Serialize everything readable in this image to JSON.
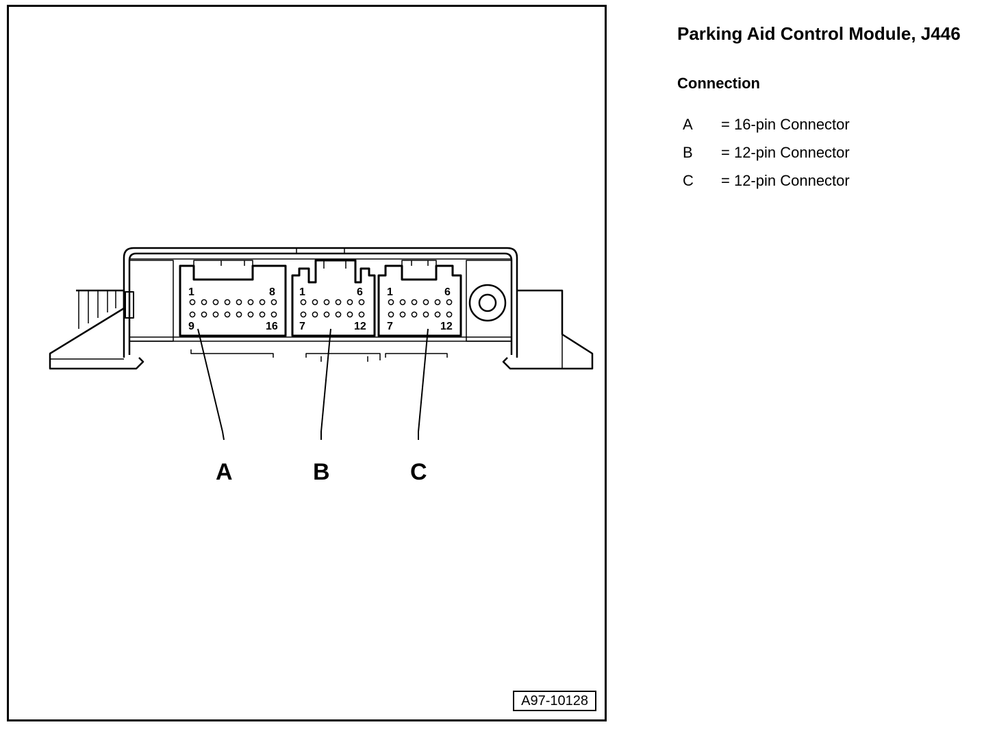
{
  "figure": {
    "id": "A97-10128",
    "callouts": [
      "A",
      "B",
      "C"
    ],
    "connector_a_pins": {
      "top_left": "1",
      "top_right": "8",
      "bottom_left": "9",
      "bottom_right": "16"
    },
    "connector_b_pins": {
      "top_left": "1",
      "top_right": "6",
      "bottom_left": "7",
      "bottom_right": "12"
    },
    "connector_c_pins": {
      "top_left": "1",
      "top_right": "6",
      "bottom_left": "7",
      "bottom_right": "12"
    }
  },
  "legend": {
    "title": "Parking Aid Control Module, J446",
    "subtitle": "Connection",
    "items": [
      {
        "key": "A",
        "value": "= 16-pin Connector"
      },
      {
        "key": "B",
        "value": "= 12-pin Connector"
      },
      {
        "key": "C",
        "value": "= 12-pin Connector"
      }
    ]
  }
}
